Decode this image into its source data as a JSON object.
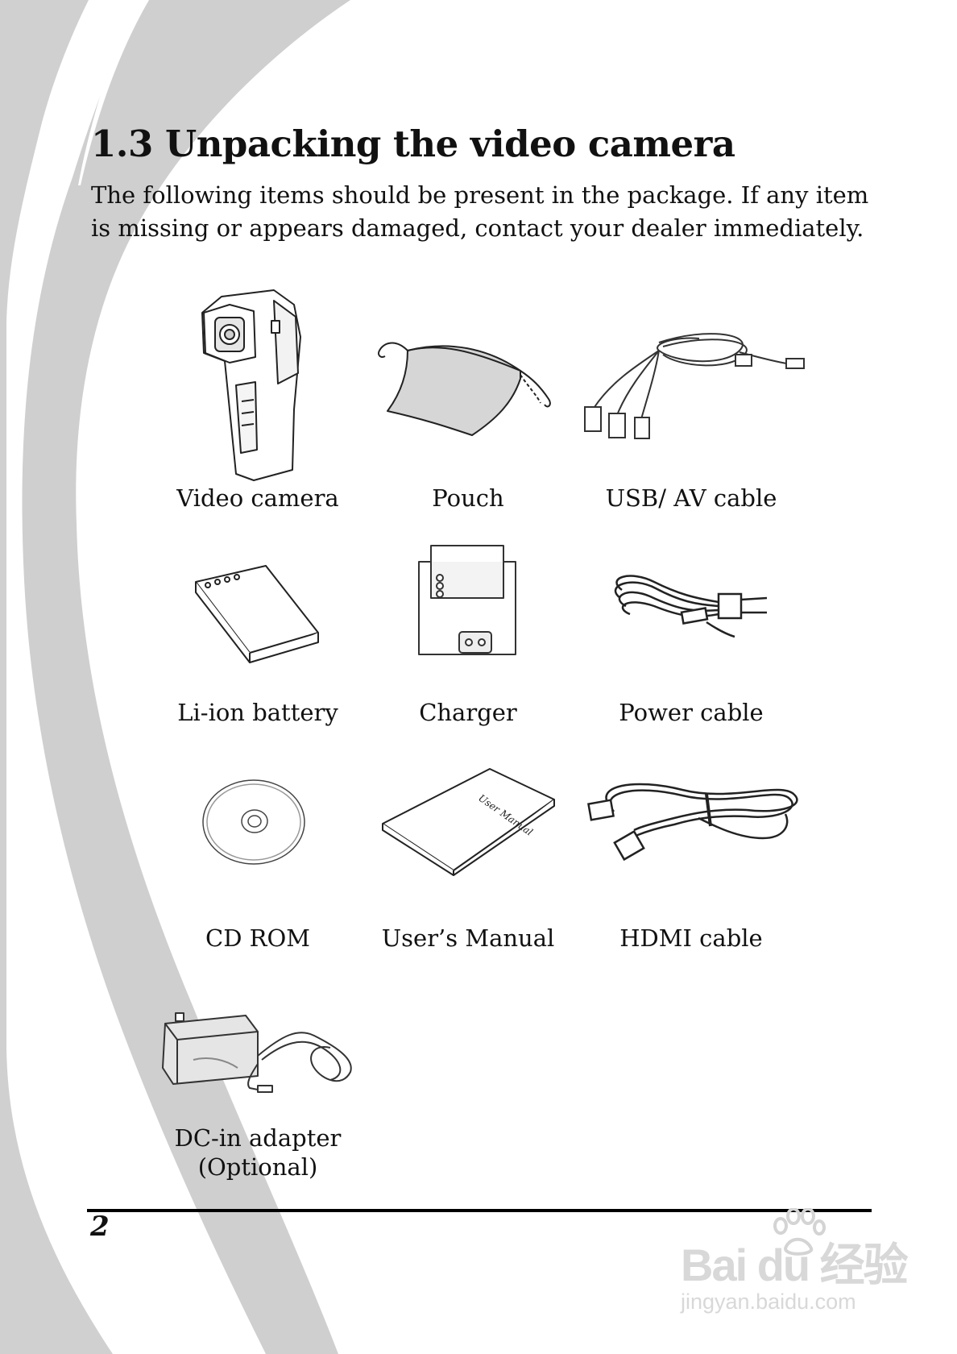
{
  "section": {
    "title": "1.3 Unpacking the video camera",
    "intro": "The following items should be present in the package. If any item is missing or appears damaged, contact your dealer immediately."
  },
  "items": [
    {
      "label": "Video camera",
      "icon": "video-camera-icon"
    },
    {
      "label": "Pouch",
      "icon": "pouch-icon"
    },
    {
      "label": "USB/ AV cable",
      "icon": "usb-av-cable-icon"
    },
    {
      "label": "Li-ion battery",
      "icon": "battery-icon"
    },
    {
      "label": "Charger",
      "icon": "charger-icon"
    },
    {
      "label": "Power cable",
      "icon": "power-cable-icon"
    },
    {
      "label": "CD ROM",
      "icon": "cd-rom-icon"
    },
    {
      "label": "User’s Manual",
      "icon": "manual-icon",
      "cover_text": "User Manual"
    },
    {
      "label": "HDMI cable",
      "icon": "hdmi-cable-icon"
    },
    {
      "label": "DC-in adapter",
      "label_line2": "(Optional)",
      "icon": "dc-adapter-icon"
    }
  ],
  "footer": {
    "page_number": "2",
    "watermark_logo": "Bai du 经验",
    "watermark_url": "jingyan.baidu.com"
  },
  "colors": {
    "swoosh": "#d0d0d0",
    "text": "#111111",
    "rule": "#000000"
  }
}
